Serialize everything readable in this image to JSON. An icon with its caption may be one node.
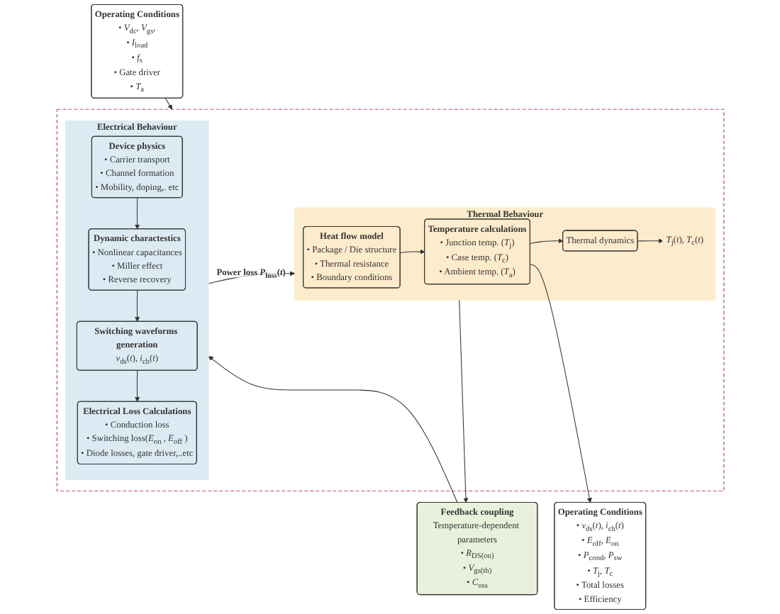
{
  "diagram": {
    "nodes": [
      {
        "text": [
          "Operating Conditions",
          "• *V*$_{dc}$, *V*$_{gs}$,",
          "• *I*$_{load}$",
          "• *f*$_{s}$",
          "• Gate driver",
          "• *T*$_{a}$"
        ]
      },
      {
        "text": [],
        "shape": "box"
      },
      {
        "text": [
          "Electrical Behaviour"
        ],
        "in": 1
      },
      {
        "text": [
          "Device physics",
          "• Carrier transport",
          "• Channel formation",
          "• Mobility, doping,. etc"
        ],
        "in": 2
      },
      {
        "text": [
          "Dynamic charactestics",
          "• Nonlinear capacitances",
          "• Miller effect",
          "• Reverse recovery"
        ],
        "in": 2
      },
      {
        "text": [
          "Switching waveforms generation",
          "*v*$_{ds}$(*t*), *i*$_{ch}$(*t*)"
        ],
        "in": 2
      },
      {
        "text": [
          "Electrical Loss Calculations",
          "• Conduction loss",
          "• Switching loss(*E*$_{on}$ , *E*$_{off}$ )",
          "• Diode losses, gate driver,..etc"
        ],
        "in": 2
      },
      {
        "text": [
          "Thermal Behaviour"
        ],
        "in": 1
      },
      {
        "text": [
          "Heat flow model",
          "• Package / Die structure",
          "• Thermal resistance",
          "• Boundary conditions"
        ],
        "in": 7
      },
      {
        "text": [
          "Temperature calculations",
          "• Junction temp. (*T*$_{j}$)",
          "• Case temp. (*T*$_{c}$)",
          "• Ambient temp. (*T*$_{a}$)"
        ],
        "in": 7
      },
      {
        "text": [
          "Thermal dynamics"
        ],
        "in": 7
      },
      {
        "text": [
          "*T*$_{j}$(*t*), *T*$_{c}$(*t*)"
        ],
        "in": 7
      },
      {
        "text": [
          "Operating Conditions",
          "• *v*$_{ds}$(*t*), *i*$_{ch}$(*t*)",
          "• *E*$_{off}$, *E*$_{on}$",
          "• *P*$_{cond}$, *P*$_{sw}$",
          "• *T*$_{j}$, *T*$_{c}$",
          "• Total losses",
          "• Efficiency"
        ]
      },
      {
        "text": [
          "Feedback coupling",
          "Temperature-dependent parameters",
          "• *R*$_{DS(on)}$",
          "• *V*$_{gs(th)}$",
          "• *C*$_{oss}$"
        ]
      }
    ],
    "edges": [
      {
        "from": 0,
        "to": 1,
        "arrow": "to"
      },
      {
        "from": 3,
        "to": 4,
        "arrow": "to"
      },
      {
        "from": 4,
        "to": 5,
        "arrow": "to"
      },
      {
        "from": 5,
        "to": 6,
        "arrow": "to"
      },
      {
        "from": 2,
        "to": 7,
        "arrow": "to",
        "label": "Power loss *P*$_{loss}$(*t*)"
      },
      {
        "from": 8,
        "to": 9,
        "arrow": "to"
      },
      {
        "from": 9,
        "to": 10,
        "arrow": "to"
      },
      {
        "from": 10,
        "to": 11,
        "arrow": "to"
      },
      {
        "from": 9,
        "to": 12,
        "arrow": "to"
      },
      {
        "from": 7,
        "to": 13,
        "arrow": "to"
      },
      {
        "from": 13,
        "to": 2,
        "arrow": "to"
      }
    ]
  }
}
